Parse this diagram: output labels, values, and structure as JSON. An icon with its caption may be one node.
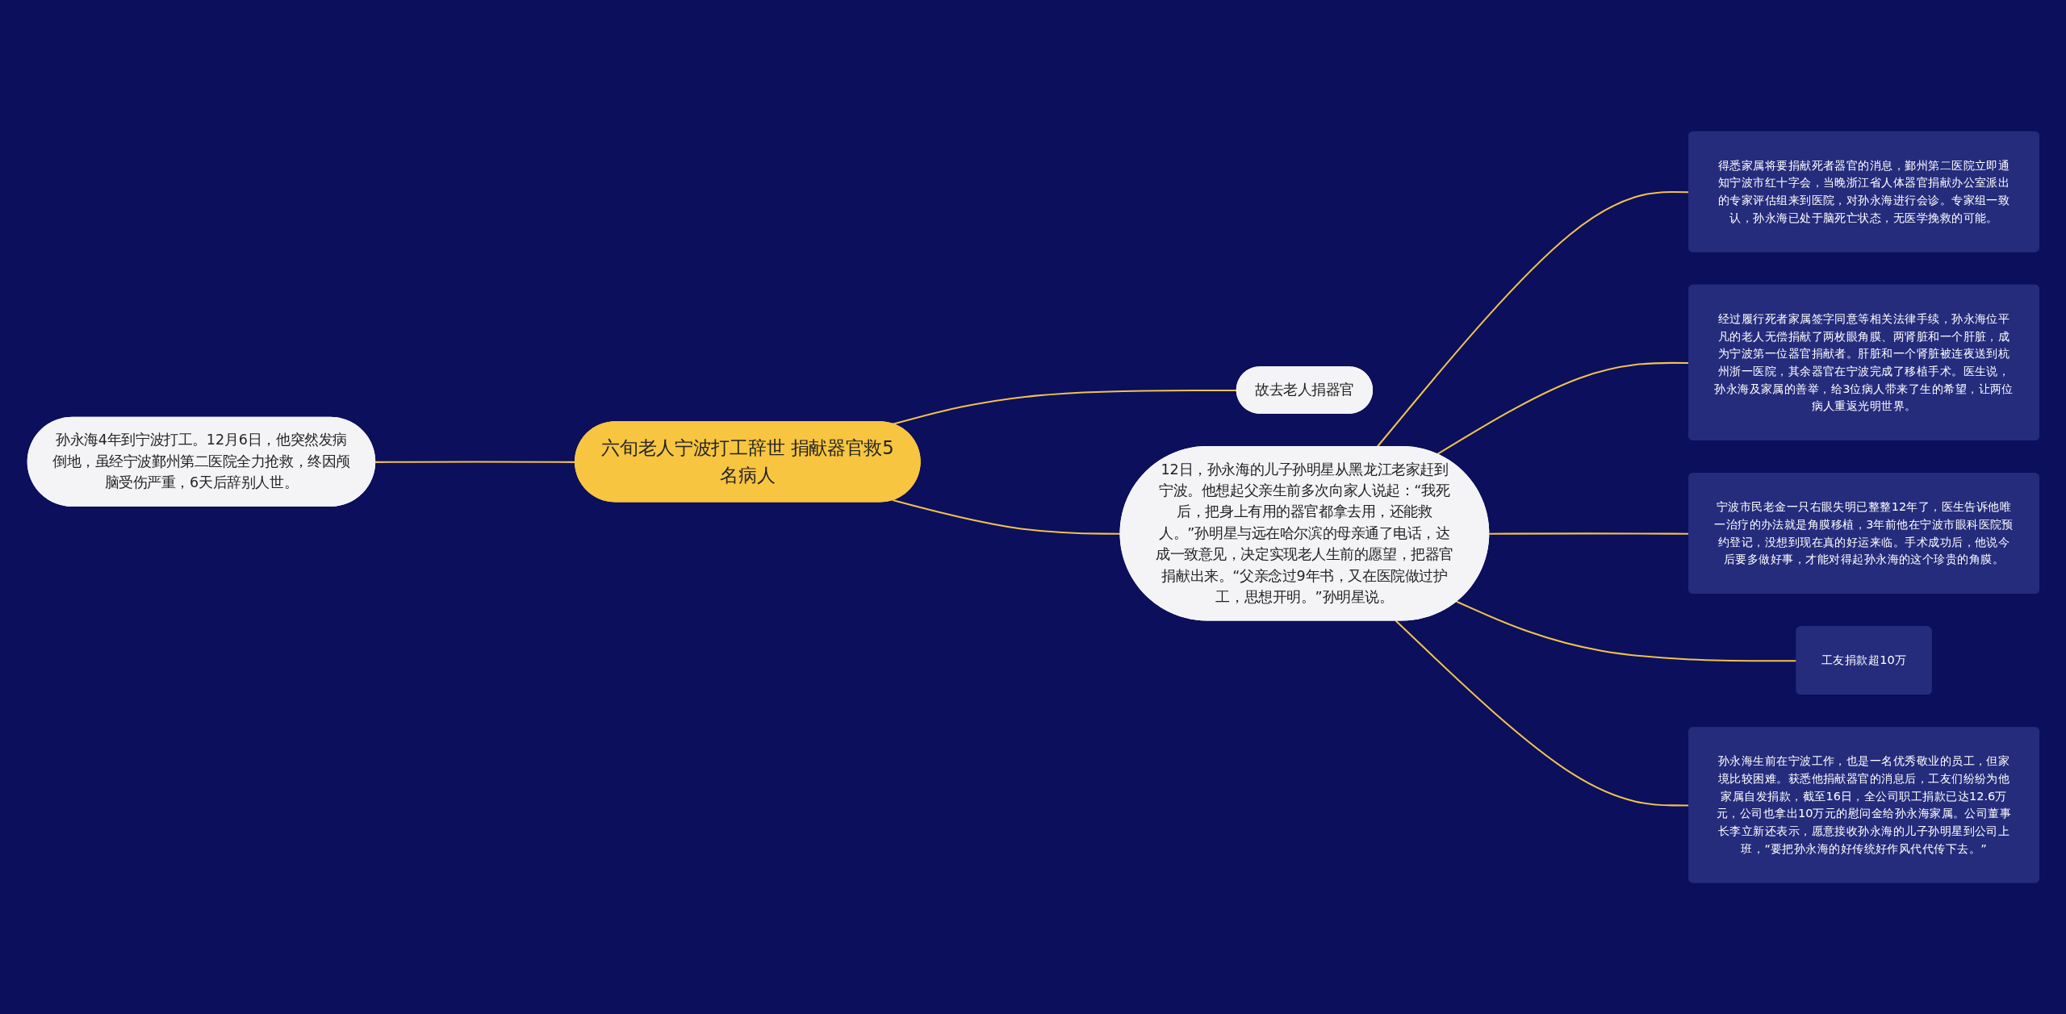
{
  "diagram": {
    "nodes": [
      {
        "text": [
          "六旬老人宁波打工辞世 捐献器官救5名病人"
        ]
      },
      {
        "text": [
          "故去老人捐器官"
        ]
      },
      {
        "text": [
          "孙永海4年到宁波打工。12月6日，他突然发病倒地，虽经宁波鄞州第二医院全力抢救，终因颅脑受伤严重，6天后辞别人世。"
        ]
      },
      {
        "text": [
          "12日，孙永海的儿子孙明星从黑龙江老家赶到宁波。他想起父亲生前多次向家人说起：“我死后，把身上有用的器官都拿去用，还能救人。”孙明星与远在哈尔滨的母亲通了电话，达成一致意见，决定实现老人生前的愿望，把器官捐献出来。“父亲念过9年书，又在医院做过护工，思想开明。”孙明星说。"
        ]
      },
      {
        "text": [
          "得悉家属将要捐献死者器官的消息，鄞州第二医院立即通知宁波市红十字会，当晚浙江省人体器官捐献办公室派出的专家评估组来到医院，对孙永海进行会诊。专家组一致认，孙永海已处于脑死亡状态，无医学挽救的可能。"
        ]
      },
      {
        "text": [
          "经过履行死者家属签字同意等相关法律手续，孙永海位平凡的老人无偿捐献了两枚眼角膜、两肾脏和一个肝脏，成为宁波第一位器官捐献者。肝脏和一个肾脏被连夜送到杭州浙一医院，其余器官在宁波完成了移植手术。医生说，孙永海及家属的善举，给3位病人带来了生的希望，让两位病人重返光明世界。"
        ]
      },
      {
        "text": [
          "宁波市民老金一只右眼失明已整整12年了，医生告诉他唯一治疗的办法就是角膜移植，3年前他在宁波市眼科医院预约登记，没想到现在真的好运来临。手术成功后，他说今后要多做好事，才能对得起孙永海的这个珍贵的角膜。"
        ]
      },
      {
        "text": [
          "工友捐款超10万"
        ]
      },
      {
        "text": [
          "孙永海生前在宁波工作，也是一名优秀敬业的员工，但家境比较困难。获悉他捐献器官的消息后，工友们纷纷为他家属自发捐款，截至16日，全公司职工捐款已达12.6万元，公司也拿出10万元的慰问金给孙永海家属。公司董事长李立新还表示，愿意接收孙永海的儿子孙明星到公司上班，“要把孙永海的好传统好作风代代传下去。”"
        ]
      }
    ],
    "edges": [
      {
        "from": 0,
        "to": 1,
        "arrow": "none"
      },
      {
        "from": 2,
        "to": 0,
        "arrow": "none"
      },
      {
        "from": 0,
        "to": 3,
        "arrow": "none"
      },
      {
        "from": 3,
        "to": 4,
        "arrow": "none"
      },
      {
        "from": 3,
        "to": 5,
        "arrow": "none"
      },
      {
        "from": 3,
        "to": 6,
        "arrow": "none"
      },
      {
        "from": 3,
        "to": 7,
        "arrow": "none"
      },
      {
        "from": 3,
        "to": 8,
        "arrow": "none"
      }
    ]
  }
}
